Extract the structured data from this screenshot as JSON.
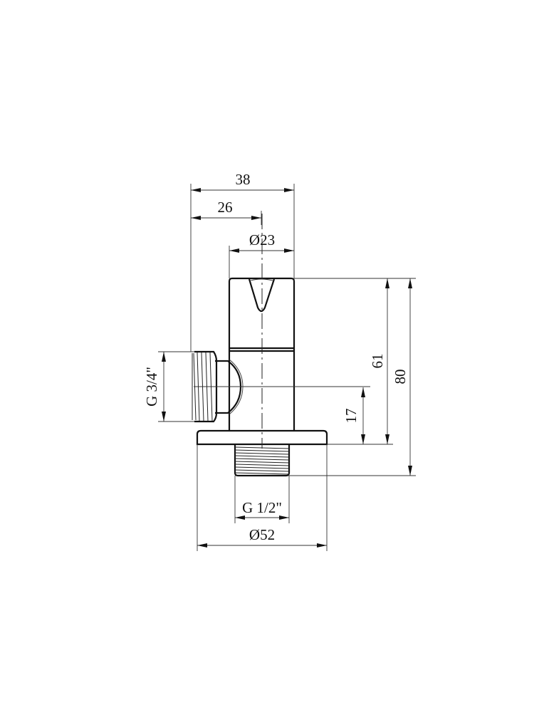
{
  "drawing": {
    "title": "Angle valve technical drawing",
    "units": "mm"
  },
  "dimensions": {
    "overall_width": {
      "label": "38",
      "value": 38
    },
    "axis_offset": {
      "label": "26",
      "value": 26
    },
    "body_diameter": {
      "label": "Ø23",
      "value": 23
    },
    "side_thread": {
      "label": "G 3/4\"",
      "value": "G 3/4\""
    },
    "outlet_height": {
      "label": "17",
      "value": 17
    },
    "body_height": {
      "label": "61",
      "value": 61
    },
    "overall_height": {
      "label": "80",
      "value": 80
    },
    "bottom_thread": {
      "label": "G 1/2\"",
      "value": "G 1/2\""
    },
    "flange_diameter": {
      "label": "Ø52",
      "value": 52
    }
  },
  "colors": {
    "line": "#111111",
    "background": "#ffffff"
  }
}
